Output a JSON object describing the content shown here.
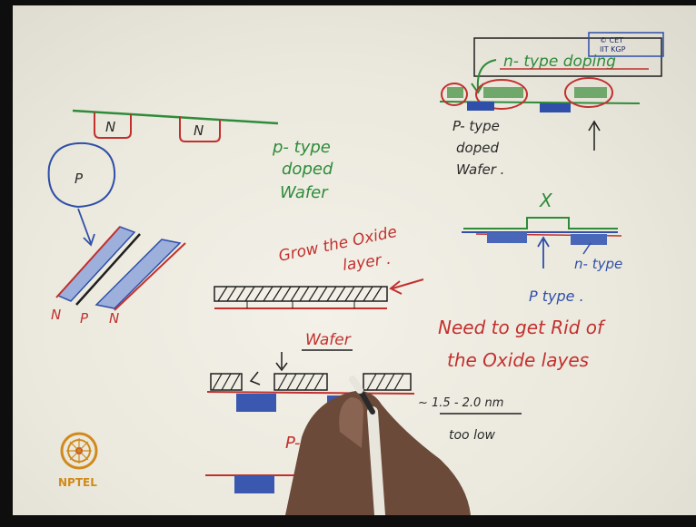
{
  "colors": {
    "red": "#c2302e",
    "green": "#2e8b3a",
    "blue": "#2f4fa8",
    "black": "#2a2a2a",
    "paper": "#ecebe0",
    "logo": "#d08a1c"
  },
  "left_sketch": {
    "n_region_1": "N",
    "n_region_2": "N",
    "p_circle": "P",
    "strip_labels": [
      "N",
      "P",
      "N"
    ]
  },
  "p_type_label": [
    "p- type",
    "doped",
    "Wafer"
  ],
  "top_right": {
    "box_small_text": [
      "© CET",
      "IIT KGP"
    ],
    "n_type_doping": "n- type doping",
    "p_type_label": [
      "P- type",
      "doped",
      "Wafer ."
    ]
  },
  "mid_right": {
    "x_mark": "X",
    "n_type": "n- type",
    "p_type": "P type ."
  },
  "grow_oxide": [
    "Grow the Oxide",
    "layer ."
  ],
  "wafer_label": "Wafer",
  "need_text": [
    "Need to get Rid of",
    "the Oxide layes"
  ],
  "thickness": "~ 1.5 - 2.0 nm",
  "too_low": "too low",
  "bottom_label": "P- ",
  "logo": {
    "text": "NPTEL",
    "icon": "nptel-logo-icon"
  }
}
